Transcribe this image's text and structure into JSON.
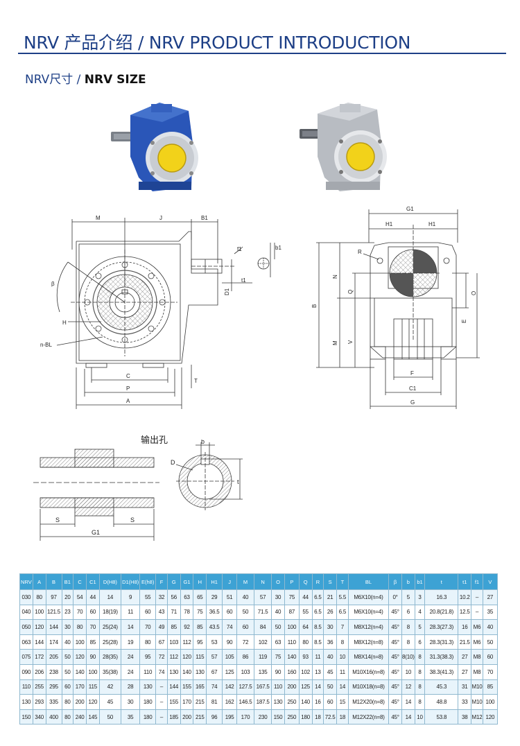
{
  "header": {
    "title": "NRV 产品介绍 / NRV PRODUCT INTRODUCTION",
    "section_cn": "NRV尺寸 / ",
    "section_en": "NRV SIZE"
  },
  "colors": {
    "brand_blue": "#1d3f86",
    "table_header": "#3da2d4",
    "table_stripe": "#e8f4fb",
    "gearbox_blue": "#2a56b8",
    "gearbox_grey": "#b8bcc2",
    "cap_yellow": "#f2d21a"
  },
  "drawing_labels": {
    "front": {
      "M": "M",
      "J": "J",
      "B1": "B1",
      "f1": "f1",
      "b1": "b1",
      "t1": "t1",
      "D1": "D1",
      "beta": "β",
      "H": "H",
      "nBL": "n-BL",
      "C": "C",
      "P": "P",
      "A": "A",
      "T": "T"
    },
    "side": {
      "G1": "G1",
      "H1a": "H1",
      "H1b": "H1",
      "R": "R",
      "N": "N",
      "Q": "Q",
      "O": "O",
      "B": "B",
      "E": "E",
      "M": "M",
      "V": "V",
      "F": "F",
      "C1": "C1",
      "G": "G"
    },
    "bore": {
      "caption": "输出孔",
      "b": "b",
      "D": "D",
      "t": "t",
      "S_left": "S",
      "S_right": "S",
      "G1": "G1"
    }
  },
  "table": {
    "headers": [
      "NRV",
      "A",
      "B",
      "B1",
      "C",
      "C1",
      "D(H8)",
      "D1(H8)",
      "E(h8)",
      "F",
      "G",
      "G1",
      "H",
      "H1",
      "J",
      "M",
      "N",
      "O",
      "P",
      "Q",
      "R",
      "S",
      "T",
      "BL",
      "β",
      "b",
      "b1",
      "t",
      "t1",
      "f1",
      "V"
    ],
    "rows": [
      [
        "030",
        "80",
        "97",
        "20",
        "54",
        "44",
        "14",
        "9",
        "55",
        "32",
        "56",
        "63",
        "65",
        "29",
        "51",
        "40",
        "57",
        "30",
        "75",
        "44",
        "6.5",
        "21",
        "5.5",
        "M6X10(n=4)",
        "0°",
        "5",
        "3",
        "16.3",
        "10.2",
        "–",
        "27"
      ],
      [
        "040",
        "100",
        "121.5",
        "23",
        "70",
        "60",
        "18(19)",
        "11",
        "60",
        "43",
        "71",
        "78",
        "75",
        "36.5",
        "60",
        "50",
        "71.5",
        "40",
        "87",
        "55",
        "6.5",
        "26",
        "6.5",
        "M6X10(n=4)",
        "45°",
        "6",
        "4",
        "20.8(21.8)",
        "12.5",
        "–",
        "35"
      ],
      [
        "050",
        "120",
        "144",
        "30",
        "80",
        "70",
        "25(24)",
        "14",
        "70",
        "49",
        "85",
        "92",
        "85",
        "43.5",
        "74",
        "60",
        "84",
        "50",
        "100",
        "64",
        "8.5",
        "30",
        "7",
        "M8X12(n=4)",
        "45°",
        "8",
        "5",
        "28.3(27.3)",
        "16",
        "M6",
        "40"
      ],
      [
        "063",
        "144",
        "174",
        "40",
        "100",
        "85",
        "25(28)",
        "19",
        "80",
        "67",
        "103",
        "112",
        "95",
        "53",
        "90",
        "72",
        "102",
        "63",
        "110",
        "80",
        "8.5",
        "36",
        "8",
        "M8X12(n=8)",
        "45°",
        "8",
        "6",
        "28.3(31.3)",
        "21.5",
        "M6",
        "50"
      ],
      [
        "075",
        "172",
        "205",
        "50",
        "120",
        "90",
        "28(35)",
        "24",
        "95",
        "72",
        "112",
        "120",
        "115",
        "57",
        "105",
        "86",
        "119",
        "75",
        "140",
        "93",
        "11",
        "40",
        "10",
        "M8X14(n=8)",
        "45°",
        "8(10)",
        "8",
        "31.3(38.3)",
        "27",
        "M8",
        "60"
      ],
      [
        "090",
        "206",
        "238",
        "50",
        "140",
        "100",
        "35(38)",
        "24",
        "110",
        "74",
        "130",
        "140",
        "130",
        "67",
        "125",
        "103",
        "135",
        "90",
        "160",
        "102",
        "13",
        "45",
        "11",
        "M10X16(n=8)",
        "45°",
        "10",
        "8",
        "38.3(41.3)",
        "27",
        "M8",
        "70"
      ],
      [
        "110",
        "255",
        "295",
        "60",
        "170",
        "115",
        "42",
        "28",
        "130",
        "–",
        "144",
        "155",
        "165",
        "74",
        "142",
        "127.5",
        "167.5",
        "110",
        "200",
        "125",
        "14",
        "50",
        "14",
        "M10X18(n=8)",
        "45°",
        "12",
        "8",
        "45.3",
        "31",
        "M10",
        "85"
      ],
      [
        "130",
        "293",
        "335",
        "80",
        "200",
        "120",
        "45",
        "30",
        "180",
        "–",
        "155",
        "170",
        "215",
        "81",
        "162",
        "146.5",
        "187.5",
        "130",
        "250",
        "140",
        "16",
        "60",
        "15",
        "M12X20(n=8)",
        "45°",
        "14",
        "8",
        "48.8",
        "33",
        "M10",
        "100"
      ],
      [
        "150",
        "340",
        "400",
        "80",
        "240",
        "145",
        "50",
        "35",
        "180",
        "–",
        "185",
        "200",
        "215",
        "96",
        "195",
        "170",
        "230",
        "150",
        "250",
        "180",
        "18",
        "72.5",
        "18",
        "M12X22(n=8)",
        "45°",
        "14",
        "10",
        "53.8",
        "38",
        "M12",
        "120"
      ]
    ]
  }
}
